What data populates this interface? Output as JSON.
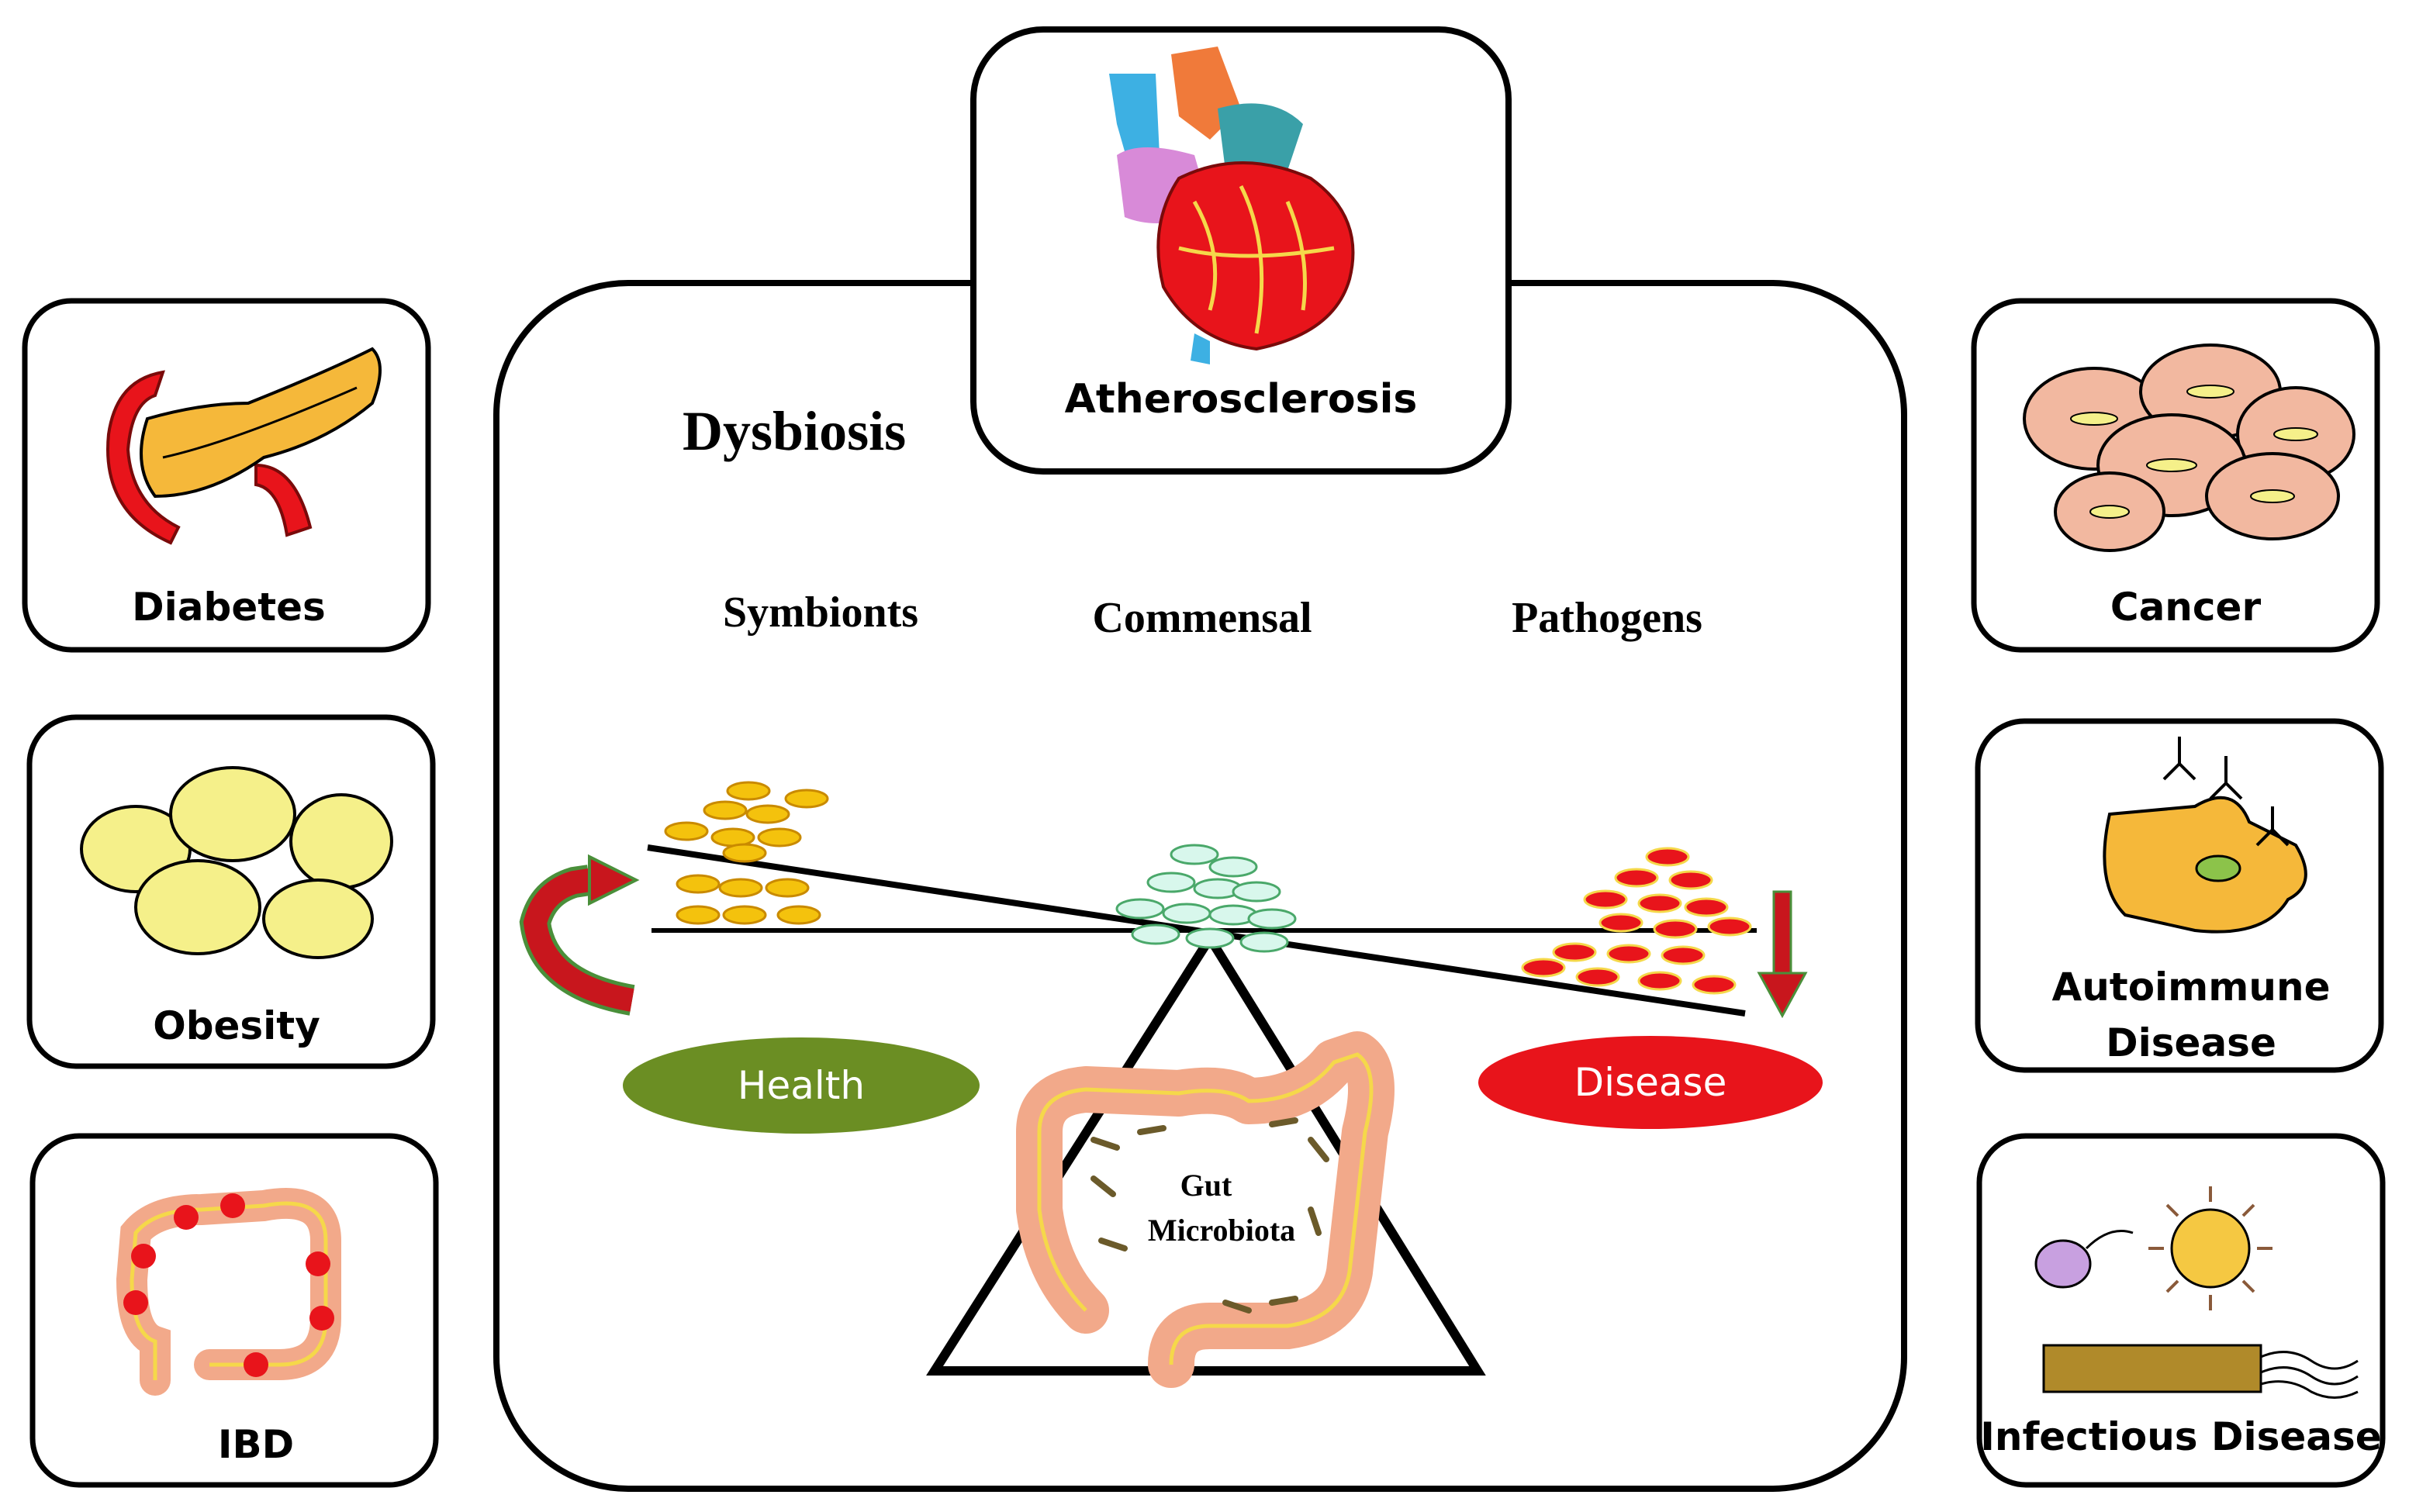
{
  "center": {
    "title": "Dysbiosis",
    "categories": {
      "symbionts": "Symbionts",
      "commensal": "Commensal",
      "pathogens": "Pathogens"
    },
    "health_label": "Health",
    "disease_label": "Disease",
    "gut_label_line1": "Gut",
    "gut_label_line2": "Microbiota"
  },
  "diseases": {
    "atherosclerosis": "Atherosclerosis",
    "diabetes": "Diabetes",
    "obesity": "Obesity",
    "ibd": "IBD",
    "cancer": "Cancer",
    "autoimmune_line1": "Autoimmune",
    "autoimmune_line2": "Disease",
    "infectious": "Infectious Disease"
  },
  "colors": {
    "health": "#6b8e23",
    "disease": "#e8141b",
    "symbiont_cell": "#f4c20d",
    "commensal_cell": "#c9f5e6",
    "pathogen_cell": "#e8141b",
    "arrow_red": "#c8161d",
    "arrow_green": "#4a8f3a"
  },
  "icons": {
    "atherosclerosis": "heart-icon",
    "diabetes": "pancreas-icon",
    "obesity": "fat-cells-icon",
    "ibd": "inflamed-colon-icon",
    "cancer": "tumor-cells-icon",
    "autoimmune": "antibody-cell-icon",
    "infectious": "microbes-icon",
    "gut": "colon-icon"
  }
}
